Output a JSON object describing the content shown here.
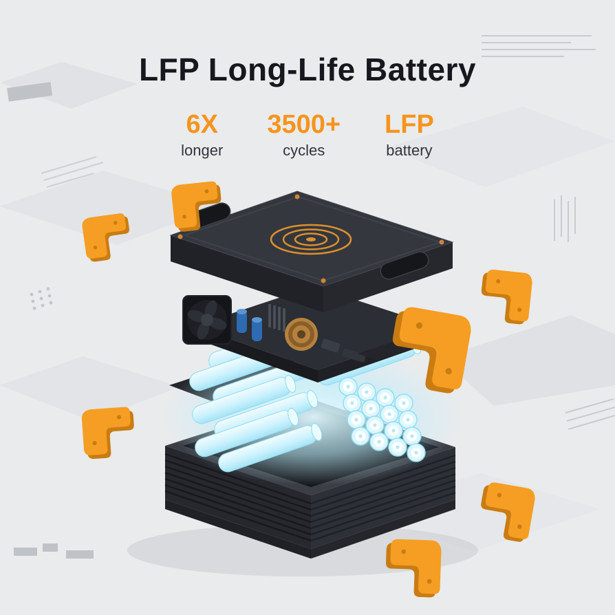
{
  "headline": "LFP Long-Life Battery",
  "stats": [
    {
      "value": "6X",
      "label": "longer"
    },
    {
      "value": "3500+",
      "label": "cycles"
    },
    {
      "value": "LFP",
      "label": "battery"
    }
  ],
  "colors": {
    "accent_orange": "#F7941D",
    "headline_text": "#17171D",
    "stat_label_text": "#33343A",
    "background": "#E9EBED",
    "battery_glow": "#BDEEFB",
    "device_body": "#2B2E34",
    "bumper_orange": "#F59E23"
  },
  "illustration": {
    "alt": "Exploded view of a portable power station: top lid with orange wireless-charging coil, electronics layer with cooling fan and copper coil, glowing cyan LFP battery cells, ribbed bottom case, and orange corner bumpers floating around"
  }
}
